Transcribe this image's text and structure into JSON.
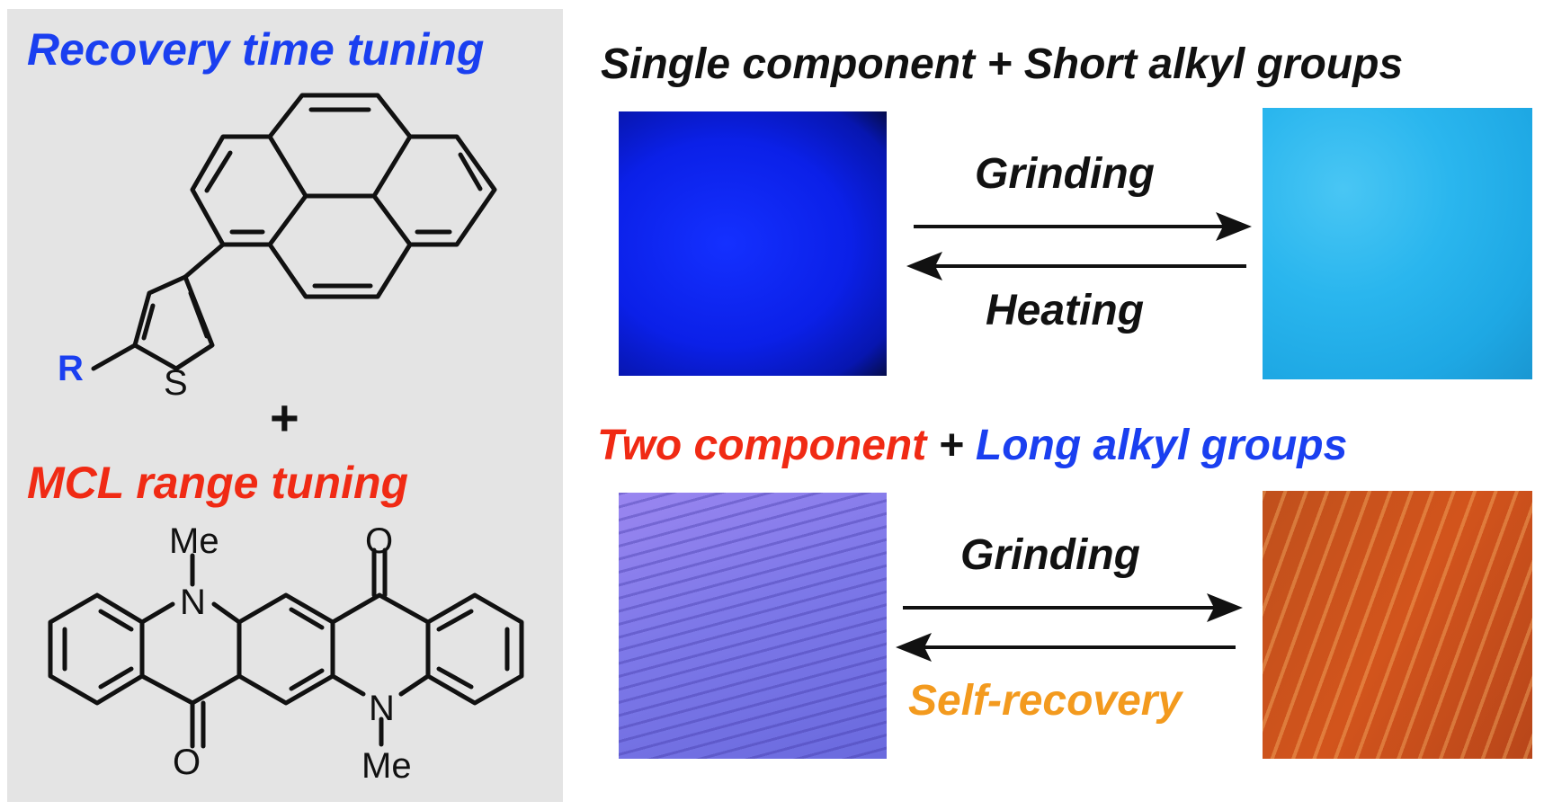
{
  "left_panel": {
    "recovery_title": "Recovery time tuning",
    "mcl_title": "MCL range tuning",
    "plus": "+",
    "pyrene_molecule": {
      "substituent_label": "R",
      "sulfur_label": "S"
    },
    "quinacridone_molecule": {
      "methyl_top": "Me",
      "nitrogen_top": "N",
      "oxygen_top": "O",
      "oxygen_bottom": "O",
      "nitrogen_bottom": "N",
      "methyl_bottom": "Me"
    }
  },
  "top_row": {
    "heading_part1": "Single component",
    "heading_plus": "+",
    "heading_part2": "Short alkyl groups",
    "forward_label": "Grinding",
    "reverse_label": "Heating",
    "left_swatch_color": "#0a1ff0",
    "right_swatch_color": "#2ab6ee"
  },
  "bottom_row": {
    "heading_part1": "Two component",
    "heading_plus": "+",
    "heading_part2": "Long alkyl groups",
    "forward_label": "Grinding",
    "reverse_label": "Self-recovery",
    "left_swatch_color": "#7d78e8",
    "right_swatch_color": "#d2541c"
  },
  "colors": {
    "blue": "#1a3ff0",
    "red": "#f02a14",
    "orange": "#f39a1e",
    "panel_gray": "#e4e4e4"
  }
}
